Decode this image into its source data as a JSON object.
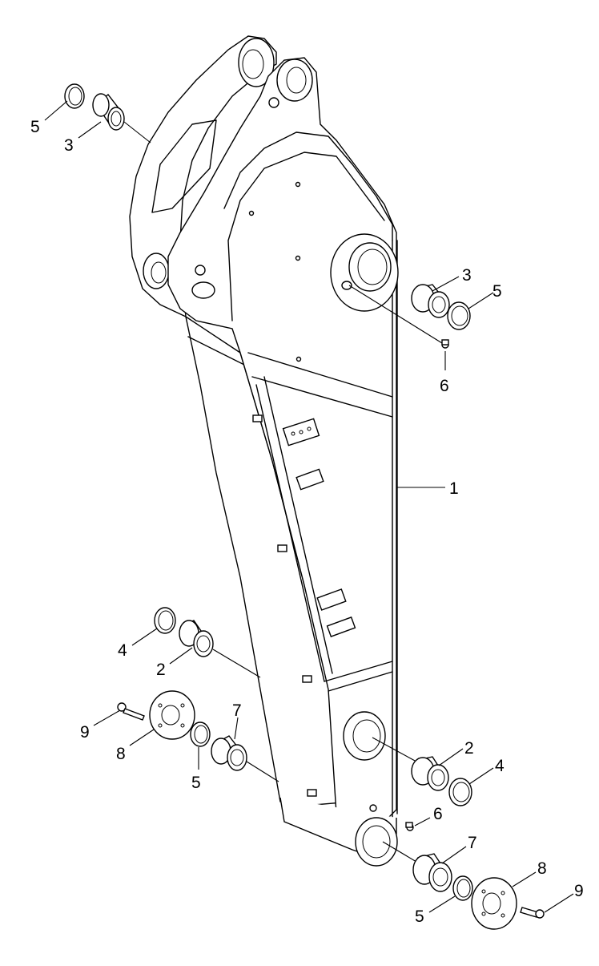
{
  "diagram": {
    "type": "exploded-parts-diagram",
    "callouts": [
      {
        "id": "c1",
        "label": "5"
      },
      {
        "id": "c2",
        "label": "3"
      },
      {
        "id": "c3",
        "label": "3"
      },
      {
        "id": "c4",
        "label": "5"
      },
      {
        "id": "c5",
        "label": "6"
      },
      {
        "id": "c6",
        "label": "1"
      },
      {
        "id": "c7",
        "label": "4"
      },
      {
        "id": "c8",
        "label": "2"
      },
      {
        "id": "c9",
        "label": "9"
      },
      {
        "id": "c10",
        "label": "8"
      },
      {
        "id": "c11",
        "label": "7"
      },
      {
        "id": "c12",
        "label": "5"
      },
      {
        "id": "c13",
        "label": "2"
      },
      {
        "id": "c14",
        "label": "4"
      },
      {
        "id": "c15",
        "label": "6"
      },
      {
        "id": "c16",
        "label": "7"
      },
      {
        "id": "c17",
        "label": "8"
      },
      {
        "id": "c18",
        "label": "9"
      },
      {
        "id": "c19",
        "label": "5"
      }
    ]
  }
}
